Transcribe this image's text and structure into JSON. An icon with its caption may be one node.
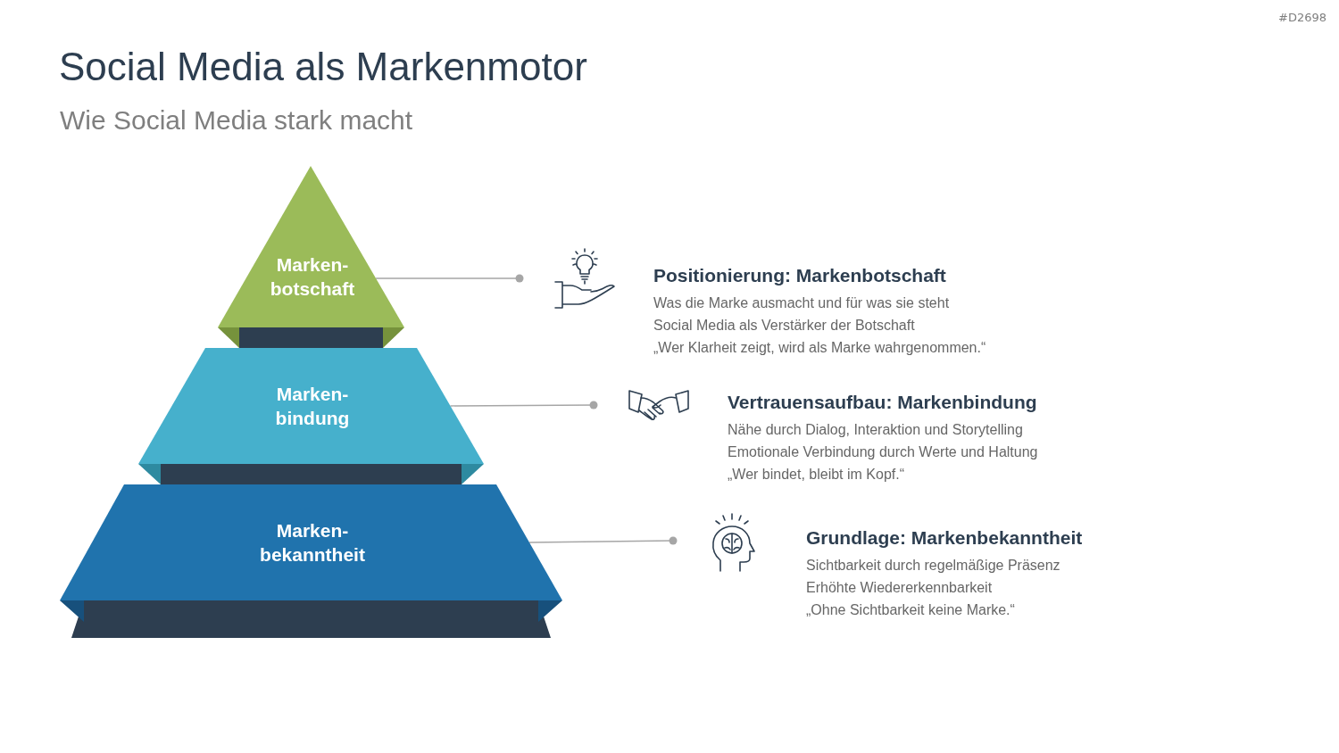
{
  "diagram": {
    "title": "Social Media als Markenmotor",
    "nodes": [
      {
        "text": [
          "Marken- botschaft"
        ]
      },
      {
        "text": [
          "Marken- bindung"
        ]
      },
      {
        "text": [
          "Marken- bekanntheit"
        ]
      },
      {
        "text": [
          "Positionierung: Markenbotschaft",
          "Was die Marke ausmacht und für was sie steht",
          "Social Media als Verstärker der Botschaft",
          "„Wer Klarheit zeigt, wird als Marke wahrgenommen.“"
        ]
      },
      {
        "text": [
          "Vertrauensaufbau: Markenbindung",
          "Nähe durch Dialog, Interaktion und Storytelling",
          "Emotionale Verbindung durch Werte und Haltung",
          "„Wer bindet, bleibt im Kopf.“"
        ]
      },
      {
        "text": [
          "Grundlage: Markenbekanntheit",
          "Sichtbarkeit durch regelmäßige Präsenz",
          "Erhöhte Wiedererkennbarkeit",
          "„Ohne Sichtbarkeit keine Marke.“"
        ]
      }
    ],
    "edges": [
      {
        "from": 0,
        "to": 3,
        "arrow": "other"
      },
      {
        "from": 1,
        "to": 4,
        "arrow": "other"
      },
      {
        "from": 2,
        "to": 5,
        "arrow": "other"
      }
    ],
    "labels": [
      "#D2698",
      "Wie Social Media stark macht"
    ]
  }
}
